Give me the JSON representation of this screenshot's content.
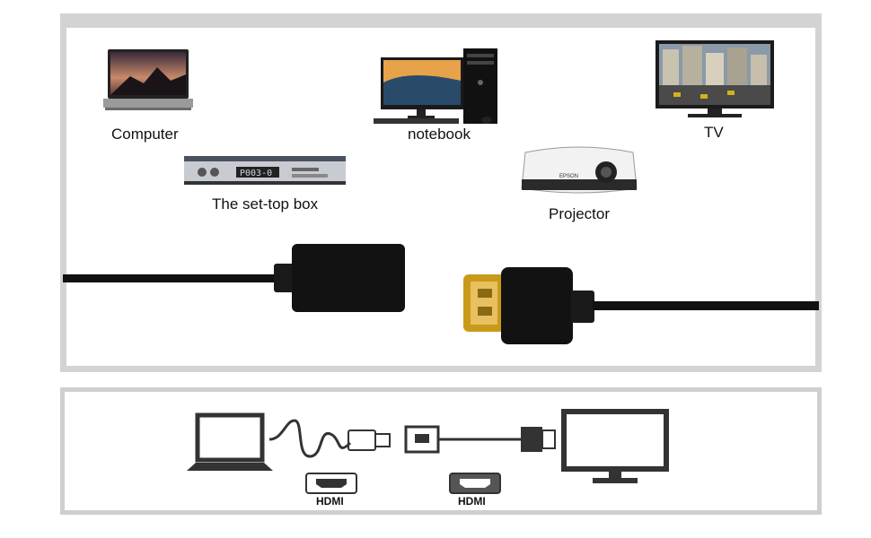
{
  "devices": {
    "computer": "Computer",
    "notebook": "notebook",
    "tv": "TV",
    "settop": "The set-top box",
    "projector": "Projector"
  },
  "diagram": {
    "hdmi_left": "HDMI",
    "hdmi_right": "HDMI"
  },
  "colors": {
    "panel_border": "#d3d3d3",
    "cable": "#111111",
    "gold": "#d4a017"
  }
}
